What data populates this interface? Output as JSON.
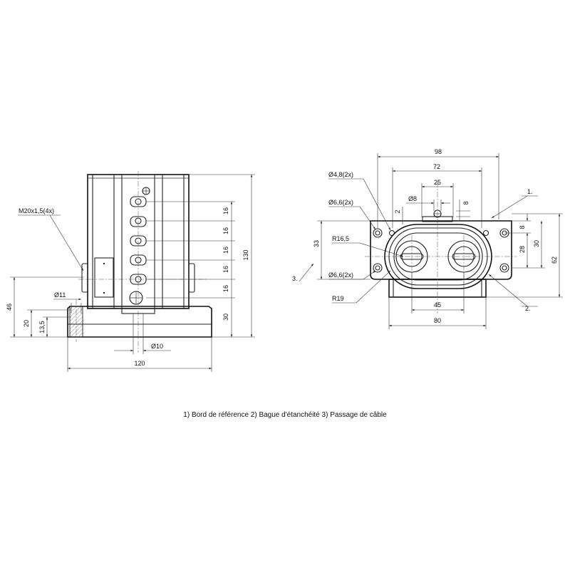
{
  "front_view": {
    "thread_label": "M20x1,5(4x)",
    "pitch_dims": [
      "16",
      "16",
      "16",
      "16",
      "16"
    ],
    "dim_bottom_30": "30",
    "dim_height_130": "130",
    "dim_46": "46",
    "dim_20": "20",
    "dim_13_5": "13,5",
    "dim_dia11": "Ø11",
    "dim_dia10": "Ø10",
    "dim_width_120": "120"
  },
  "side_view": {
    "dim_98": "98",
    "dim_72": "72",
    "dim_25": "25",
    "dim_dia8": "Ø8",
    "dim_8_top": "8",
    "dim_2": "2",
    "dim_8_right": "8",
    "dim_30": "30",
    "dim_28": "28",
    "dim_62": "62",
    "dim_33": "33",
    "dim_45": "45",
    "dim_80": "80",
    "hole_4_8": "Ø4,8(2x)",
    "hole_6_6_top": "Ø6,6(2x)",
    "hole_6_6_bottom": "Ø6,6(2x)",
    "radius_16_5": "R16,5",
    "radius_19": "R19",
    "callout_1": "1.",
    "callout_2": "2.",
    "callout_3": "3."
  },
  "legend": "1) Bord de référence  2) Bague d'étanchéité  3) Passage de câble"
}
